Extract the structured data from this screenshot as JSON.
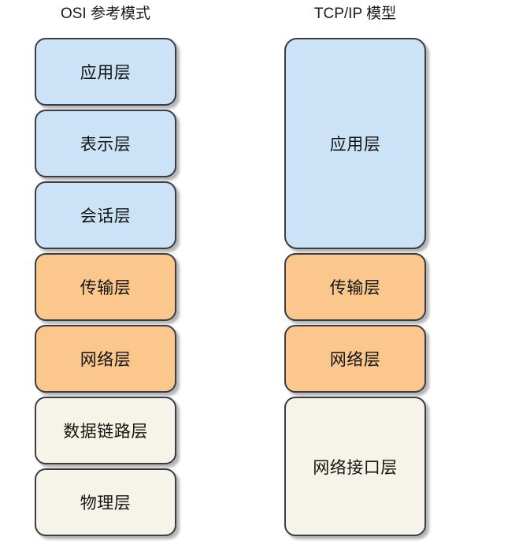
{
  "diagram": {
    "background": "#ffffff",
    "text_color": "#1a1a1a",
    "border_color": "#3b3c44",
    "colors": {
      "blue": "#cce3f7",
      "orange": "#fbc78d",
      "cream": "#f6f4e8"
    },
    "columns": [
      {
        "title": "OSI 参考模式",
        "layers": [
          {
            "label": "应用层",
            "fill": "blue",
            "span": 1
          },
          {
            "label": "表示层",
            "fill": "blue",
            "span": 1
          },
          {
            "label": "会话层",
            "fill": "blue",
            "span": 1
          },
          {
            "label": "传输层",
            "fill": "orange",
            "span": 1
          },
          {
            "label": "网络层",
            "fill": "orange",
            "span": 1
          },
          {
            "label": "数据链路层",
            "fill": "cream",
            "span": 1
          },
          {
            "label": "物理层",
            "fill": "cream",
            "span": 1
          }
        ]
      },
      {
        "title": "TCP/IP 模型",
        "layers": [
          {
            "label": "应用层",
            "fill": "blue",
            "span": 3
          },
          {
            "label": "传输层",
            "fill": "orange",
            "span": 1
          },
          {
            "label": "网络层",
            "fill": "orange",
            "span": 1
          },
          {
            "label": "网络接口层",
            "fill": "cream",
            "span": 2
          }
        ]
      }
    ]
  }
}
